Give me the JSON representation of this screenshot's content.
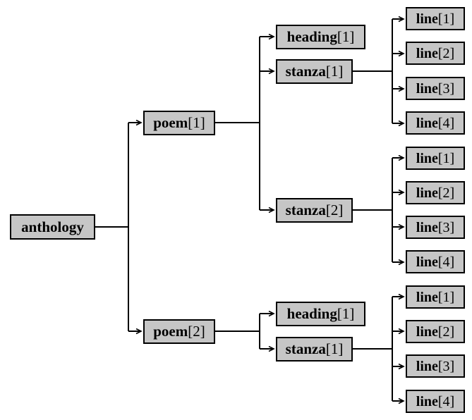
{
  "diagram_type": "xml-document-tree",
  "colors": {
    "background": "#ffffff",
    "node_fill": "#c6c6c6",
    "node_border": "#000000",
    "connector": "#000000"
  },
  "nodes": {
    "anthology": {
      "name": "anthology",
      "index": ""
    },
    "poem1": {
      "name": "poem",
      "index": "[1]"
    },
    "poem2": {
      "name": "poem",
      "index": "[2]"
    },
    "heading1a": {
      "name": "heading",
      "index": "[1]"
    },
    "stanza1a": {
      "name": "stanza",
      "index": "[1]"
    },
    "stanza2a": {
      "name": "stanza",
      "index": "[2]"
    },
    "heading1b": {
      "name": "heading",
      "index": "[1]"
    },
    "stanza1b": {
      "name": "stanza",
      "index": "[1]"
    },
    "lineA1": {
      "name": "line",
      "index": "[1]"
    },
    "lineA2": {
      "name": "line",
      "index": "[2]"
    },
    "lineA3": {
      "name": "line",
      "index": "[3]"
    },
    "lineA4": {
      "name": "line",
      "index": "[4]"
    },
    "lineB1": {
      "name": "line",
      "index": "[1]"
    },
    "lineB2": {
      "name": "line",
      "index": "[2]"
    },
    "lineB3": {
      "name": "line",
      "index": "[3]"
    },
    "lineB4": {
      "name": "line",
      "index": "[4]"
    },
    "lineC1": {
      "name": "line",
      "index": "[1]"
    },
    "lineC2": {
      "name": "line",
      "index": "[2]"
    },
    "lineC3": {
      "name": "line",
      "index": "[3]"
    },
    "lineC4": {
      "name": "line",
      "index": "[4]"
    }
  },
  "edges": [
    {
      "from": "anthology",
      "to": [
        "poem[1]",
        "poem[2]"
      ]
    },
    {
      "from": "poem[1]",
      "to": [
        "heading[1]",
        "stanza[1]",
        "stanza[2]"
      ]
    },
    {
      "from": "poem[1]/stanza[1]",
      "to": [
        "line[1]",
        "line[2]",
        "line[3]",
        "line[4]"
      ]
    },
    {
      "from": "poem[1]/stanza[2]",
      "to": [
        "line[1]",
        "line[2]",
        "line[3]",
        "line[4]"
      ]
    },
    {
      "from": "poem[2]",
      "to": [
        "heading[1]",
        "stanza[1]"
      ]
    },
    {
      "from": "poem[2]/stanza[1]",
      "to": [
        "line[1]",
        "line[2]",
        "line[3]",
        "line[4]"
      ]
    }
  ]
}
